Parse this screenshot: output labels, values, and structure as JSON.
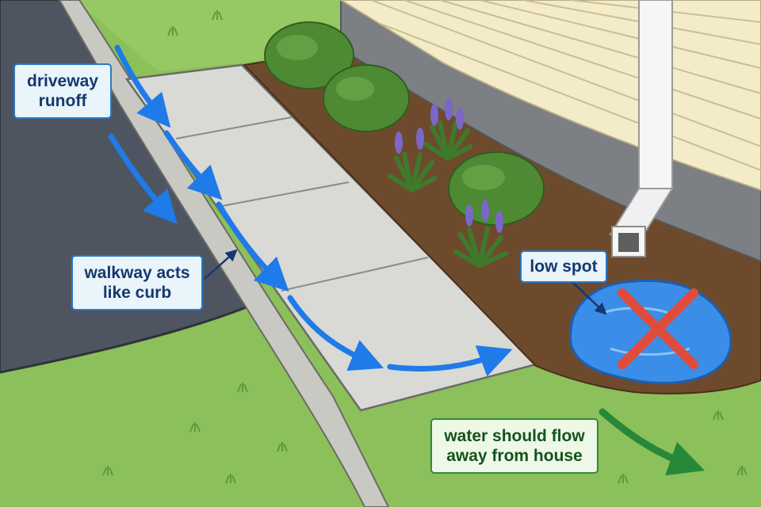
{
  "labels": {
    "driveway_runoff": [
      "driveway",
      "runoff"
    ],
    "walkway_curb": [
      "walkway acts",
      "like curb"
    ],
    "low_spot": "low spot",
    "flow_away": [
      "water should flow",
      "away from house"
    ]
  },
  "colors": {
    "runoff_arrow": "#1e7be8",
    "flow_arrow": "#27883a",
    "puddle": "#3a8ee8",
    "x_mark": "#e04c3c",
    "grass": "#8cc05a",
    "asphalt": "#4f5560",
    "concrete": "#d7d7d3",
    "mulch": "#6e4a2c",
    "siding": "#f4ecc8"
  },
  "icons": {
    "problem": "x-mark-icon",
    "runoff": "arrow-right-icon",
    "flow": "arrow-down-right-icon"
  }
}
